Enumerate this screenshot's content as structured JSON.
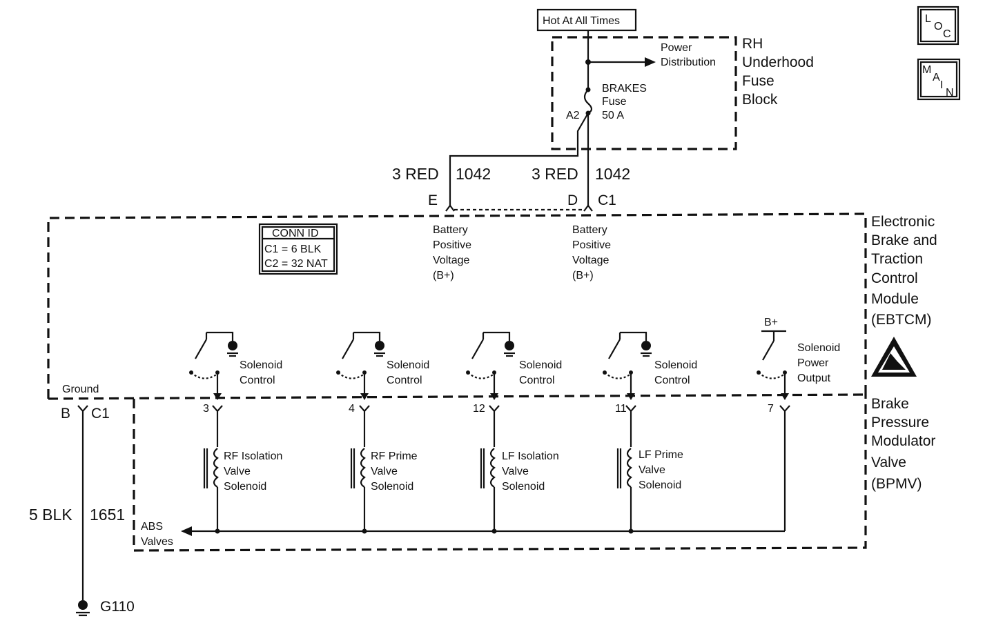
{
  "badges": {
    "loc": [
      "L",
      "O",
      "C"
    ],
    "main": [
      "M",
      "A",
      "I",
      "N"
    ]
  },
  "power": {
    "hot_at_all_times": "Hot At All Times",
    "power_distribution": [
      "Power",
      "Distribution"
    ]
  },
  "fuse_block": {
    "title": [
      "RH",
      "Underhood",
      "Fuse",
      "Block"
    ],
    "fuse_label": [
      "BRAKES",
      "Fuse",
      "50 A"
    ],
    "terminal": "A2"
  },
  "wires": [
    {
      "gauge_color": "3 RED",
      "circuit": "1042",
      "pin": "E"
    },
    {
      "gauge_color": "3 RED",
      "circuit": "1042",
      "pin": "D",
      "connector": "C1"
    }
  ],
  "ebtcm": {
    "title": [
      "Electronic",
      "Brake and",
      "Traction",
      "Control",
      "Module",
      "(EBTCM)"
    ],
    "conn_id": {
      "header": "CONN ID",
      "rows": [
        "C1 = 6 BLK",
        "C2 = 32 NAT"
      ]
    },
    "b_plus_inputs": [
      [
        "Battery",
        "Positive",
        "Voltage",
        "(B+)"
      ],
      [
        "Battery",
        "Positive",
        "Voltage",
        "(B+)"
      ]
    ],
    "solenoid_control": [
      "Solenoid",
      "Control"
    ],
    "power_output": {
      "b_plus": "B+",
      "label": [
        "Solenoid",
        "Power",
        "Output"
      ]
    },
    "ground": {
      "label": "Ground",
      "pin": "B",
      "connector": "C1"
    }
  },
  "bpmv": {
    "title": [
      "Brake",
      "Pressure",
      "Modulator",
      "Valve",
      "(BPMV)"
    ],
    "pins": [
      "3",
      "4",
      "12",
      "11",
      "7"
    ],
    "solenoids": [
      [
        "RF Isolation",
        "Valve",
        "Solenoid"
      ],
      [
        "RF Prime",
        "Valve",
        "Solenoid"
      ],
      [
        "LF Isolation",
        "Valve",
        "Solenoid"
      ],
      [
        "LF Prime",
        "Valve",
        "Solenoid"
      ]
    ],
    "abs_valves": [
      "ABS",
      "Valves"
    ]
  },
  "ground_wire": {
    "gauge_color": "5 BLK",
    "circuit": "1651",
    "ground_point": "G110"
  }
}
